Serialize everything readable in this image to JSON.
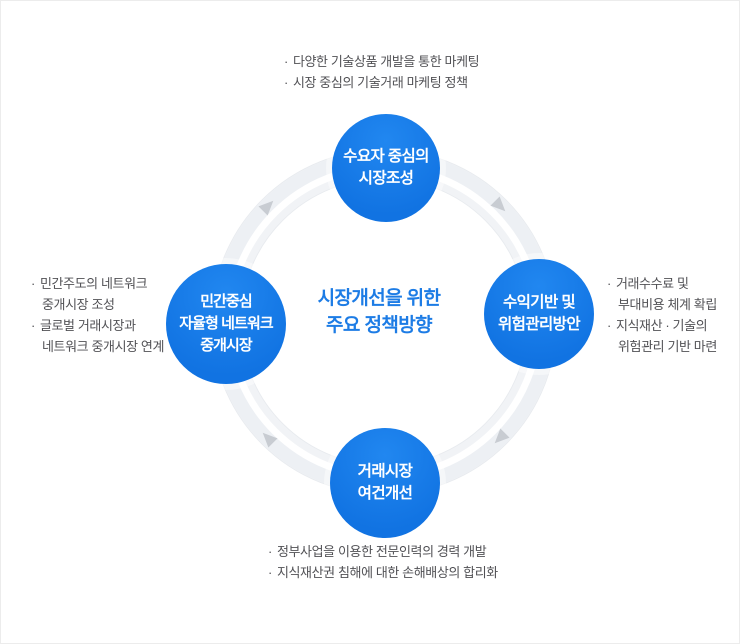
{
  "bullet_char": "·",
  "center": {
    "lines": [
      "시장개선을 위한",
      "주요 정책방향"
    ]
  },
  "nodes": {
    "top": {
      "lines": [
        "수요자 중심의",
        "시장조성"
      ]
    },
    "right": {
      "lines": [
        "수익기반 및",
        "위험관리방안"
      ]
    },
    "bottom": {
      "lines": [
        "거래시장",
        "여건개선"
      ]
    },
    "left": {
      "lines": [
        "민간중심",
        "자율형 네트워크",
        "중개시장"
      ]
    }
  },
  "annotations": {
    "top": {
      "items": [
        {
          "text": "다양한 기술상품 개발을 통한 마케팅"
        },
        {
          "text": "시장 중심의 기술거래 마케팅 정책"
        }
      ]
    },
    "right": {
      "items": [
        {
          "text": "거래수수료 및\n부대비용 체계 확립"
        },
        {
          "text": "지식재산 · 기술의\n위험관리 기반 마련"
        }
      ]
    },
    "left": {
      "items": [
        {
          "text": "민간주도의 네트워크\n중개시장 조성"
        },
        {
          "text": "글로벌 거래시장과\n네트워크 중개시장 연계"
        }
      ]
    },
    "bottom": {
      "items": [
        {
          "text": "정부사업을 이용한 전문인력의 경력 개발"
        },
        {
          "text": "지식재산권 침해에 대한 손해배상의 합리화"
        }
      ]
    }
  },
  "colors": {
    "node_blue": "#1377e4",
    "node_blue_light": "#2187f0",
    "center_text_blue": "#1d7ce5",
    "annotation_text": "#515155",
    "ring_band": "#edf0f4",
    "ring_band_inner": "#f1f3f6",
    "ring_hairline": "#e8ebef",
    "arrow_gray": "#c8ccd2",
    "background": "#ffffff",
    "canvas_border": "#ececec"
  }
}
